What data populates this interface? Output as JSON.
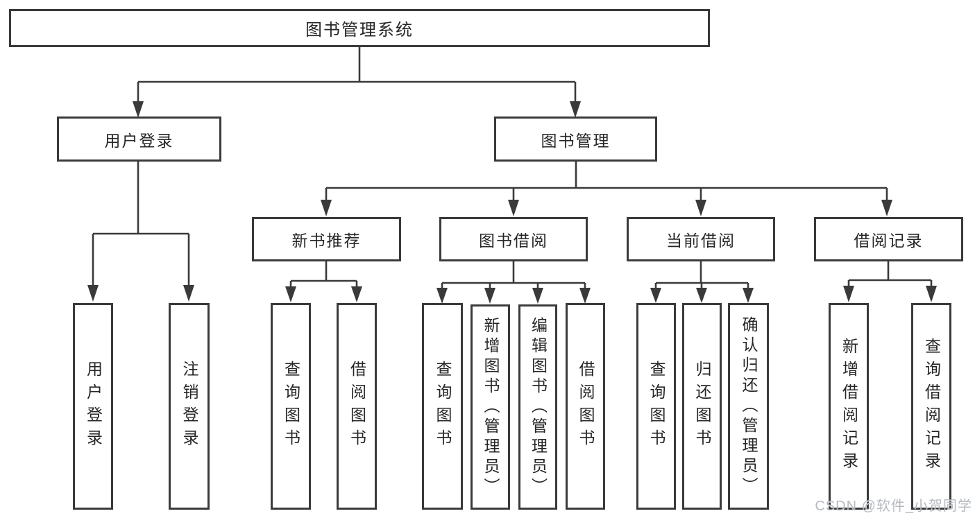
{
  "colors": {
    "background": "#ffffff",
    "line": "#3a3a3a",
    "text": "#262626",
    "watermark": "#aeb3ba"
  },
  "nodes": {
    "root": "图书管理系统",
    "user_login": "用户登录",
    "book_management": "图书管理",
    "new_book_recommend": "新书推荐",
    "book_borrowing": "图书借阅",
    "current_borrowing": "当前借阅",
    "borrowing_records": "借阅记录"
  },
  "leaves": {
    "user_login": [
      "用户登录",
      "注销登录"
    ],
    "new_book_recommend": [
      "查询图书",
      "借阅图书"
    ],
    "book_borrowing": [
      "查询图书",
      "新增图书（管理员）",
      "编辑图书（管理员）",
      "借阅图书"
    ],
    "current_borrowing": [
      "查询图书",
      "归还图书",
      "确认归还（管理员）"
    ],
    "borrowing_records": [
      "新增借阅记录",
      "查询借阅记录"
    ]
  },
  "watermark": "CSDN @软件_小贺同学"
}
